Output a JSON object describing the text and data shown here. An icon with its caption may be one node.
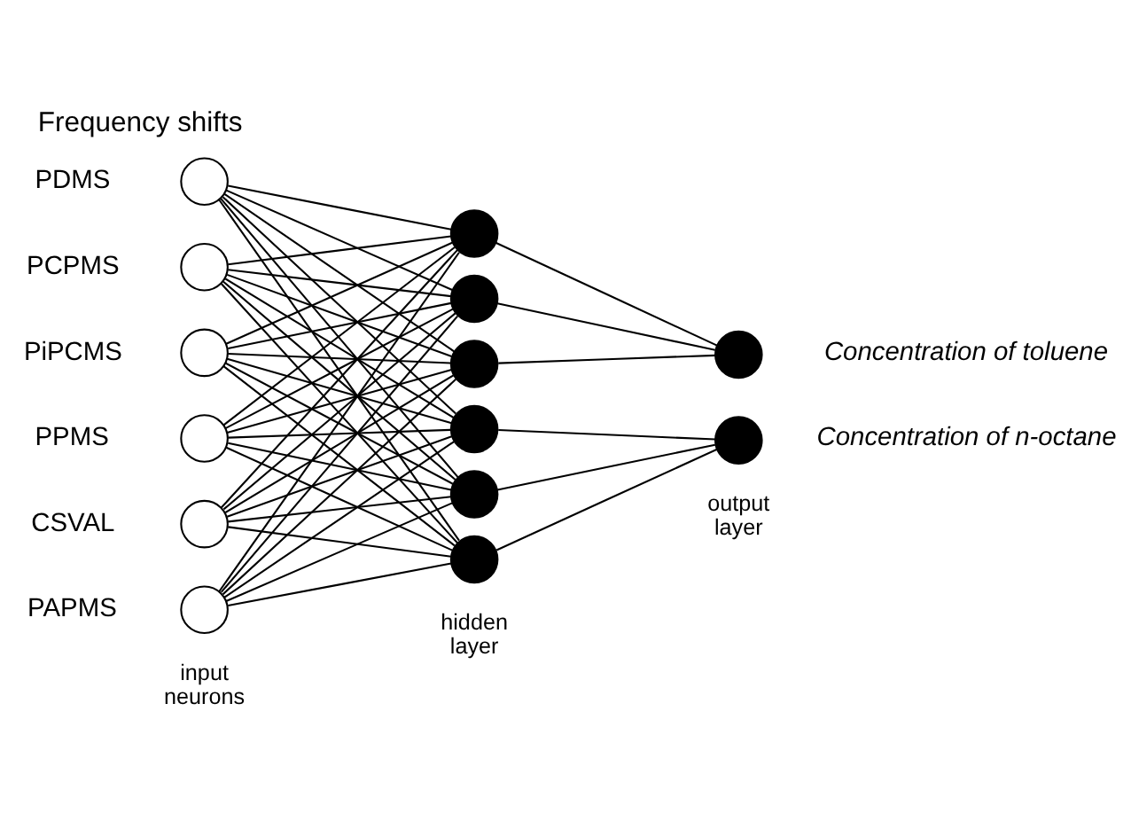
{
  "diagram": {
    "title": "Frequency shifts",
    "nodes": [
      {
        "text": [],
        "shape": "circle",
        "beside": [
          "PDMS"
        ]
      },
      {
        "text": [],
        "shape": "circle",
        "beside": [
          "PCPMS"
        ]
      },
      {
        "text": [],
        "shape": "circle",
        "beside": [
          "PiPCMS"
        ]
      },
      {
        "text": [],
        "shape": "circle",
        "beside": [
          "PPMS"
        ]
      },
      {
        "text": [],
        "shape": "circle",
        "beside": [
          "CSVAL"
        ]
      },
      {
        "text": [],
        "shape": "circle",
        "beside": [
          "PAPMS"
        ]
      },
      {
        "text": [],
        "shape": "circle"
      },
      {
        "text": [],
        "shape": "circle"
      },
      {
        "text": [],
        "shape": "circle"
      },
      {
        "text": [],
        "shape": "circle"
      },
      {
        "text": [],
        "shape": "circle"
      },
      {
        "text": [],
        "shape": "circle"
      },
      {
        "text": [],
        "shape": "circle",
        "beside": [
          "Concentration of toluene"
        ]
      },
      {
        "text": [],
        "shape": "circle",
        "beside": [
          "Concentration of n-octane"
        ]
      }
    ],
    "edges": [
      {
        "from": 0,
        "to": 6,
        "arrow": "none"
      },
      {
        "from": 0,
        "to": 7,
        "arrow": "none"
      },
      {
        "from": 0,
        "to": 8,
        "arrow": "none"
      },
      {
        "from": 0,
        "to": 9,
        "arrow": "none"
      },
      {
        "from": 0,
        "to": 10,
        "arrow": "none"
      },
      {
        "from": 0,
        "to": 11,
        "arrow": "none"
      },
      {
        "from": 1,
        "to": 6,
        "arrow": "none"
      },
      {
        "from": 1,
        "to": 7,
        "arrow": "none"
      },
      {
        "from": 1,
        "to": 8,
        "arrow": "none"
      },
      {
        "from": 1,
        "to": 9,
        "arrow": "none"
      },
      {
        "from": 1,
        "to": 10,
        "arrow": "none"
      },
      {
        "from": 1,
        "to": 11,
        "arrow": "none"
      },
      {
        "from": 2,
        "to": 6,
        "arrow": "none"
      },
      {
        "from": 2,
        "to": 7,
        "arrow": "none"
      },
      {
        "from": 2,
        "to": 8,
        "arrow": "none"
      },
      {
        "from": 2,
        "to": 9,
        "arrow": "none"
      },
      {
        "from": 2,
        "to": 10,
        "arrow": "none"
      },
      {
        "from": 2,
        "to": 11,
        "arrow": "none"
      },
      {
        "from": 3,
        "to": 6,
        "arrow": "none"
      },
      {
        "from": 3,
        "to": 7,
        "arrow": "none"
      },
      {
        "from": 3,
        "to": 8,
        "arrow": "none"
      },
      {
        "from": 3,
        "to": 9,
        "arrow": "none"
      },
      {
        "from": 3,
        "to": 10,
        "arrow": "none"
      },
      {
        "from": 3,
        "to": 11,
        "arrow": "none"
      },
      {
        "from": 4,
        "to": 6,
        "arrow": "none"
      },
      {
        "from": 4,
        "to": 7,
        "arrow": "none"
      },
      {
        "from": 4,
        "to": 8,
        "arrow": "none"
      },
      {
        "from": 4,
        "to": 9,
        "arrow": "none"
      },
      {
        "from": 4,
        "to": 10,
        "arrow": "none"
      },
      {
        "from": 4,
        "to": 11,
        "arrow": "none"
      },
      {
        "from": 5,
        "to": 6,
        "arrow": "none"
      },
      {
        "from": 5,
        "to": 7,
        "arrow": "none"
      },
      {
        "from": 5,
        "to": 8,
        "arrow": "none"
      },
      {
        "from": 5,
        "to": 9,
        "arrow": "none"
      },
      {
        "from": 5,
        "to": 10,
        "arrow": "none"
      },
      {
        "from": 5,
        "to": 11,
        "arrow": "none"
      },
      {
        "from": 6,
        "to": 12,
        "arrow": "none"
      },
      {
        "from": 7,
        "to": 12,
        "arrow": "none"
      },
      {
        "from": 8,
        "to": 12,
        "arrow": "none"
      },
      {
        "from": 9,
        "to": 13,
        "arrow": "none"
      },
      {
        "from": 10,
        "to": 13,
        "arrow": "none"
      },
      {
        "from": 11,
        "to": 13,
        "arrow": "none"
      }
    ],
    "labels": [
      "input neurons",
      "hidden layer",
      "output layer"
    ]
  }
}
